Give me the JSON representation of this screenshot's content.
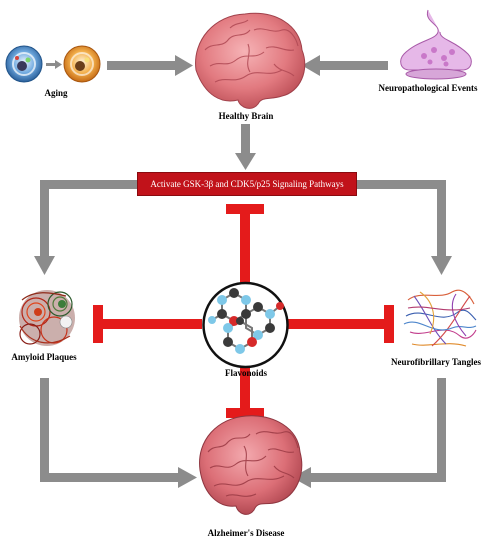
{
  "labels": {
    "aging": "Aging",
    "healthy_brain": "Healthy Brain",
    "neuropathological_events": "Neuropathological Events",
    "pathway": "Activate GSK-3β and CDK5/p25 Signaling Pathways",
    "amyloid_plaques": "Amyloid Plaques",
    "flavonoids": "Flavonoids",
    "neurofibrillary_tangles": "Neurofibrillary Tangles",
    "alzheimers_disease": "Alzheimer's Disease"
  },
  "colors": {
    "flow_arrow": "#8c8c8c",
    "inhibition": "#e41b1b",
    "pathway_box": "#c1121a",
    "brain": "#e37b80",
    "synapse": "#d7a6d8"
  },
  "icons": {
    "aging_cells": "cell-icon",
    "healthy_brain": "brain-icon",
    "synapse": "synapse-icon",
    "amyloid": "amyloid-plaque-icon",
    "flavonoid": "molecule-icon",
    "tangles": "tangles-icon",
    "diseased_brain": "brain-icon"
  }
}
